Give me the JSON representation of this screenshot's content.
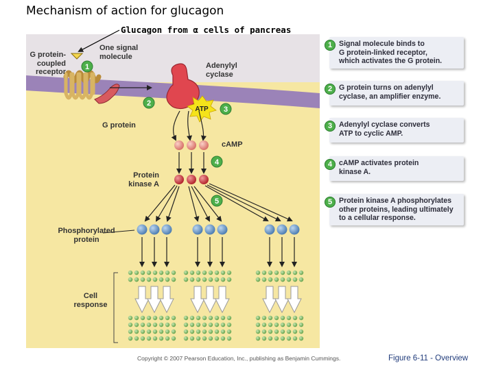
{
  "title": "Mechanism of action for glucagon",
  "subtitle": "Glucagon from α cells of pancreas",
  "diagram": {
    "labels": {
      "g_protein_receptor": "G protein-\ncoupled\nreceptor",
      "signal_molecule": "One signal\nmolecule",
      "adenylyl_cyclase": "Adenylyl\ncyclase",
      "g_protein": "G protein",
      "atp": "ATP",
      "camp": "cAMP",
      "protein_kinase_a": "Protein\nkinase A",
      "phosphorylated_protein": "Phosphorylated\nprotein",
      "cell_response": "Cell\nresponse"
    },
    "markers": [
      "1",
      "2",
      "3",
      "4",
      "5"
    ]
  },
  "steps": [
    {
      "num": "1",
      "text": "Signal molecule binds to\nG protein-linked receptor,\nwhich activates the G protein."
    },
    {
      "num": "2",
      "text": "G protein turns on adenylyl\ncyclase, an amplifier enzyme."
    },
    {
      "num": "3",
      "text": "Adenylyl cyclase converts\nATP to cyclic AMP."
    },
    {
      "num": "4",
      "text": "cAMP activates protein\nkinase A."
    },
    {
      "num": "5",
      "text": "Protein kinase A phosphorylates\nother proteins, leading ultimately\nto a cellular response."
    }
  ],
  "footer": {
    "copyright": "Copyright © 2007 Pearson Education, Inc., publishing as Benjamin Cummings.",
    "figure": "Figure 6-11 - Overview"
  },
  "colors": {
    "extracellular": "#e7e2e6",
    "membrane": "#9b83b8",
    "cytoplasm": "#f6e7a2",
    "receptor": "#d8b463",
    "enzyme": "#e0464f",
    "atp_burst": "#f5e31a",
    "camp": "#e08a80",
    "kinase": "#c9343c",
    "protein": "#6f9bc9",
    "product_dots": "#8ac270",
    "marker": "#4daf4a"
  }
}
